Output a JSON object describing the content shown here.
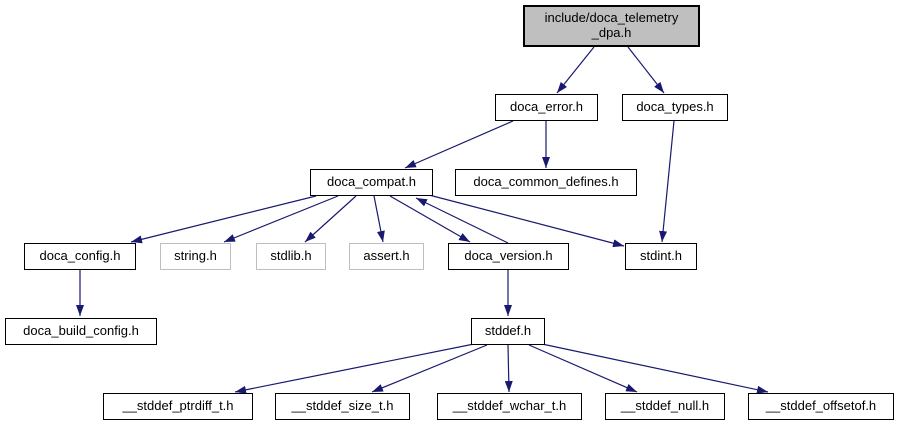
{
  "diagram": {
    "type": "include-dependency-graph",
    "colors": {
      "arrow": "#191970",
      "node_fill": "#ffffff",
      "node_border": "#000000",
      "main_node_fill": "#bfbfbf",
      "system_node_border": "#bfbfbf",
      "text": "#000000",
      "background": "#ffffff"
    },
    "nodes": [
      {
        "id": "doca_telemetry_dpa",
        "label": "include/doca_telemetry\n_dpa.h",
        "kind": "main"
      },
      {
        "id": "doca_error",
        "label": "doca_error.h",
        "kind": "linked"
      },
      {
        "id": "doca_types",
        "label": "doca_types.h",
        "kind": "linked"
      },
      {
        "id": "doca_compat",
        "label": "doca_compat.h",
        "kind": "linked"
      },
      {
        "id": "doca_common_defines",
        "label": "doca_common_defines.h",
        "kind": "linked"
      },
      {
        "id": "doca_config",
        "label": "doca_config.h",
        "kind": "linked"
      },
      {
        "id": "string",
        "label": "string.h",
        "kind": "system"
      },
      {
        "id": "stdlib",
        "label": "stdlib.h",
        "kind": "system"
      },
      {
        "id": "assert",
        "label": "assert.h",
        "kind": "system"
      },
      {
        "id": "doca_version",
        "label": "doca_version.h",
        "kind": "linked"
      },
      {
        "id": "stdint",
        "label": "stdint.h",
        "kind": "linked"
      },
      {
        "id": "doca_build_config",
        "label": "doca_build_config.h",
        "kind": "linked"
      },
      {
        "id": "stddef",
        "label": "stddef.h",
        "kind": "linked"
      },
      {
        "id": "stddef_ptrdiff_t",
        "label": "__stddef_ptrdiff_t.h",
        "kind": "linked"
      },
      {
        "id": "stddef_size_t",
        "label": "__stddef_size_t.h",
        "kind": "linked"
      },
      {
        "id": "stddef_wchar_t",
        "label": "__stddef_wchar_t.h",
        "kind": "linked"
      },
      {
        "id": "stddef_null",
        "label": "__stddef_null.h",
        "kind": "linked"
      },
      {
        "id": "stddef_offsetof",
        "label": "__stddef_offsetof.h",
        "kind": "linked"
      }
    ],
    "edges": [
      {
        "from": "doca_telemetry_dpa",
        "to": "doca_error"
      },
      {
        "from": "doca_telemetry_dpa",
        "to": "doca_types"
      },
      {
        "from": "doca_error",
        "to": "doca_compat"
      },
      {
        "from": "doca_error",
        "to": "doca_common_defines"
      },
      {
        "from": "doca_types",
        "to": "stdint"
      },
      {
        "from": "doca_compat",
        "to": "doca_config"
      },
      {
        "from": "doca_compat",
        "to": "string"
      },
      {
        "from": "doca_compat",
        "to": "stdlib"
      },
      {
        "from": "doca_compat",
        "to": "assert"
      },
      {
        "from": "doca_compat",
        "to": "doca_version"
      },
      {
        "from": "doca_version",
        "to": "doca_compat"
      },
      {
        "from": "doca_compat",
        "to": "stdint"
      },
      {
        "from": "doca_config",
        "to": "doca_build_config"
      },
      {
        "from": "doca_version",
        "to": "stddef"
      },
      {
        "from": "stddef",
        "to": "stddef_ptrdiff_t"
      },
      {
        "from": "stddef",
        "to": "stddef_size_t"
      },
      {
        "from": "stddef",
        "to": "stddef_wchar_t"
      },
      {
        "from": "stddef",
        "to": "stddef_null"
      },
      {
        "from": "stddef",
        "to": "stddef_offsetof"
      }
    ]
  }
}
